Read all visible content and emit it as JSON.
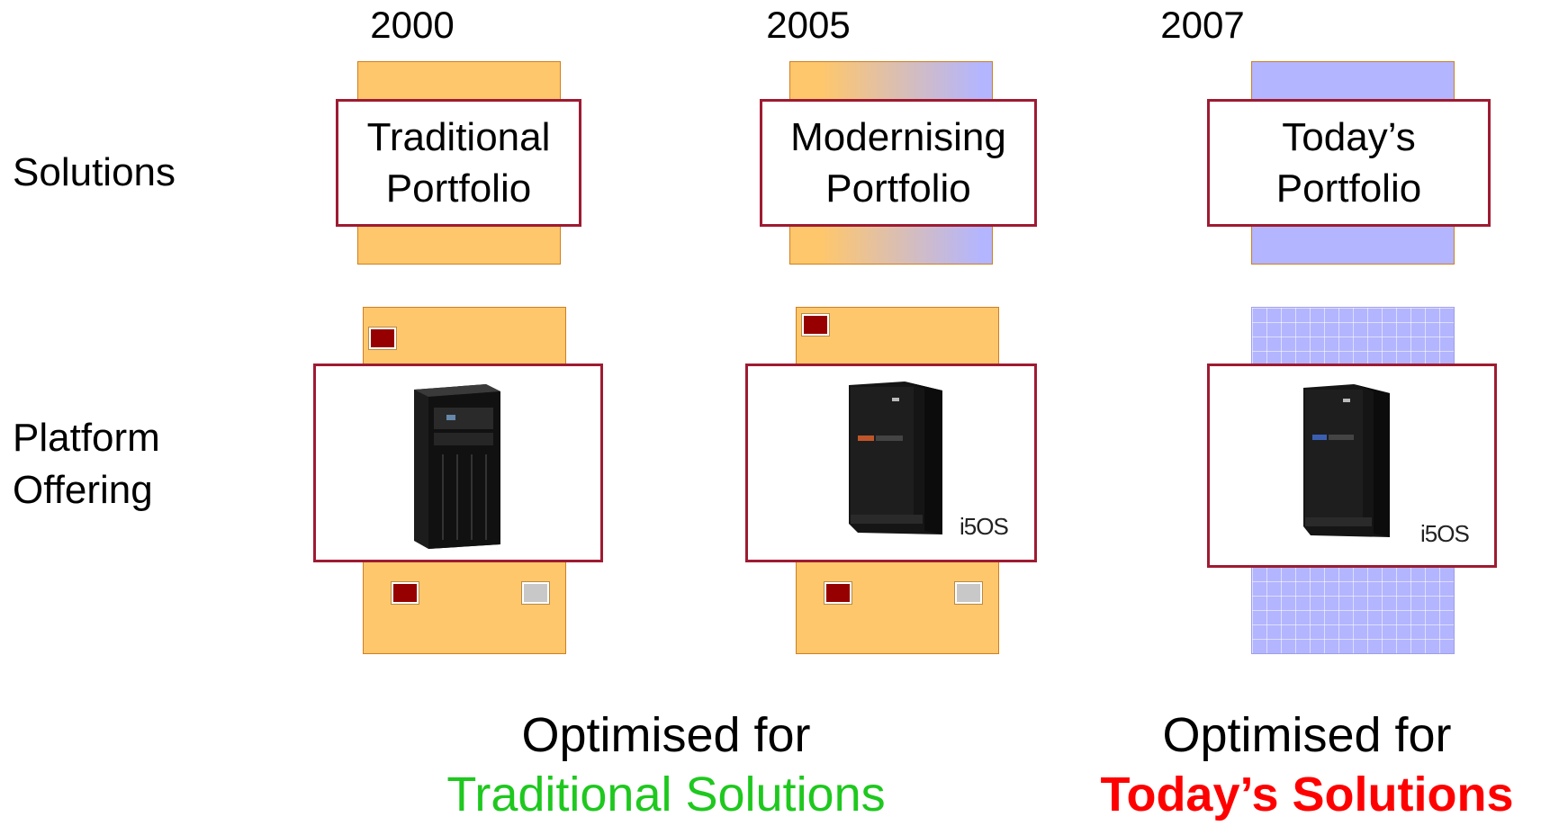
{
  "years": [
    "2000",
    "2005",
    "2007"
  ],
  "row_labels": {
    "solutions": "Solutions",
    "platform_line1": "Platform",
    "platform_line2": "Offering"
  },
  "portfolios": [
    {
      "line1": "Traditional",
      "line2": "Portfolio"
    },
    {
      "line1": "Modernising",
      "line2": "Portfolio"
    },
    {
      "line1": "Today’s",
      "line2": "Portfolio"
    }
  ],
  "logo_text": "i5OS",
  "colors": {
    "card_border": "#9e1b32",
    "orange_band": "#ffc76b",
    "blue_band": "#b3b5ff",
    "marker_red": "#960000",
    "marker_gray": "#c8c8c8",
    "traditional_text": "#1ec81e",
    "today_text": "#ff0000"
  },
  "footer": {
    "left_line1": "Optimised for",
    "left_line2": "Traditional Solutions",
    "right_line1": "Optimised for",
    "right_line2": "Today’s Solutions"
  }
}
